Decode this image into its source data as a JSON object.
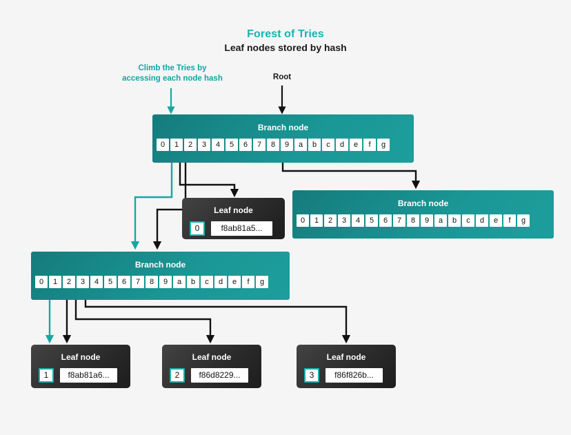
{
  "page": {
    "background": "#f5f5f5",
    "accent_teal": "#12b5b0",
    "branch_teal": "#17807f",
    "leaf_dark": "#2c2c2c"
  },
  "header": {
    "title": "Forest of Tries",
    "subtitle": "Leaf nodes stored by hash"
  },
  "annotations": {
    "climb": "Climb the Tries by\naccessing each node hash",
    "root": "Root"
  },
  "labels": {
    "branch_node": "Branch node",
    "leaf_node": "Leaf node"
  },
  "nibbles": [
    "0",
    "1",
    "2",
    "3",
    "4",
    "5",
    "6",
    "7",
    "8",
    "9",
    "a",
    "b",
    "c",
    "d",
    "e",
    "f",
    "g"
  ],
  "nodes": {
    "branch_root": {
      "label": "Branch node",
      "cells": [
        "0",
        "1",
        "2",
        "3",
        "4",
        "5",
        "6",
        "7",
        "8",
        "9",
        "a",
        "b",
        "c",
        "d",
        "e",
        "f",
        "g"
      ]
    },
    "branch_right": {
      "label": "Branch node",
      "cells": [
        "0",
        "1",
        "2",
        "3",
        "4",
        "5",
        "6",
        "7",
        "8",
        "9",
        "a",
        "b",
        "c",
        "d",
        "e",
        "f",
        "g"
      ]
    },
    "branch_mid_left": {
      "label": "Branch node",
      "cells": [
        "0",
        "1",
        "2",
        "3",
        "4",
        "5",
        "6",
        "7",
        "8",
        "9",
        "a",
        "b",
        "c",
        "d",
        "e",
        "f",
        "g"
      ]
    },
    "leaf_top": {
      "label": "Leaf node",
      "nibble": "0",
      "hash": "f8ab81a5..."
    },
    "leaf_one": {
      "label": "Leaf node",
      "nibble": "1",
      "hash": "f8ab81a6..."
    },
    "leaf_two": {
      "label": "Leaf node",
      "nibble": "2",
      "hash": "f86d8229..."
    },
    "leaf_three": {
      "label": "Leaf node",
      "nibble": "3",
      "hash": "f86f826b..."
    }
  }
}
